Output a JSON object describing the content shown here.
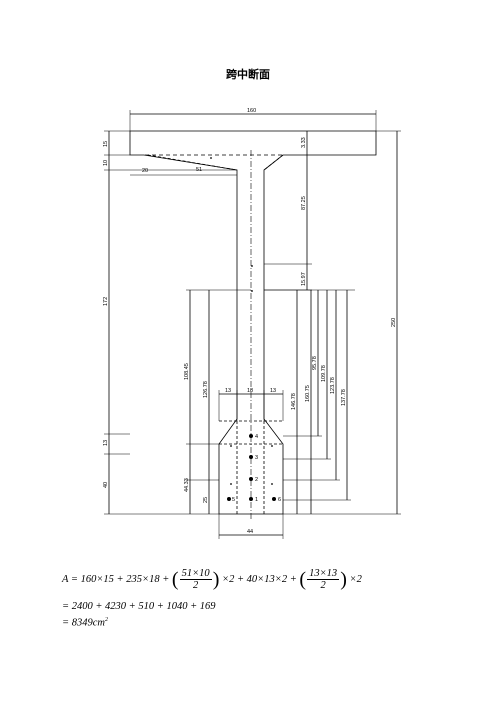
{
  "title": "跨中断面",
  "dims": {
    "top_width": "160",
    "flange_thk": "15",
    "haunch_h": "10",
    "haunch_w": "20",
    "haunch_len": "51",
    "web_h": "172",
    "total_h": "250",
    "bulb_h": "13",
    "bottom_h": "40",
    "bottom_w": "44",
    "web_w": "18",
    "side_w": "13",
    "d_333": "3.33",
    "d_8725": "87.25",
    "d_1597": "15.97",
    "d_10845": "108.45",
    "d_12678": "126.78",
    "d_4433": "44.33",
    "d_25": "25",
    "d_14678": "146.78",
    "d_16075": "160.75",
    "d_9578": "95.78",
    "d_10978": "109.78",
    "d_12378": "123.78",
    "d_13778": "137.78",
    "tendon_1": "1",
    "tendon_2": "2",
    "tendon_3": "3",
    "tendon_4": "4",
    "tendon_5": "5",
    "tendon_6": "6"
  },
  "formula": {
    "lhs": "A",
    "part1": "= 160×15 + 235×18 +",
    "frac1_num": "51×10",
    "frac1_den": "2",
    "part2": "×2 + 40×13×2 +",
    "frac2_num": "13×13",
    "frac2_den": "2",
    "part3": "×2",
    "line2": "= 2400 + 4230 + 510 + 1040 + 169",
    "line3": "= 8349",
    "unit": "cm",
    "unit_exp": "2"
  }
}
